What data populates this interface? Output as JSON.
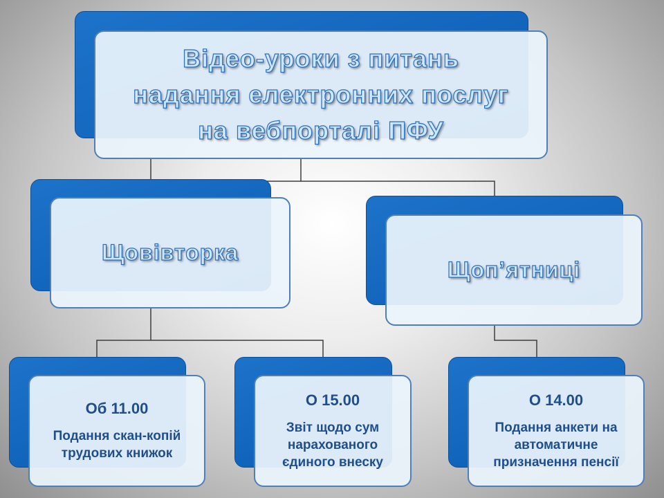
{
  "title": {
    "lines": [
      "Відео-уроки з питань",
      "надання електронних послуг",
      "на вебпорталі ПФУ"
    ]
  },
  "branches": [
    {
      "label": "Щовівторка",
      "items": [
        {
          "time": "Об 11.00",
          "description": "Подання скан-копій трудових книжок"
        },
        {
          "time": "О 15.00",
          "description": "Звіт щодо сум нарахованого єдиного внеску"
        }
      ]
    },
    {
      "label": "Щоп’ятниці",
      "items": [
        {
          "time": "О 14.00",
          "description": "Подання анкети на автоматичне призначення пенсії"
        }
      ]
    }
  ],
  "colors": {
    "box_back": "#0b5cb3",
    "box_front": "#ecf4fc",
    "box_border": "#4f7fb8",
    "title_fill": "#cfe6ff",
    "leaf_text": "#1f4e8a"
  }
}
